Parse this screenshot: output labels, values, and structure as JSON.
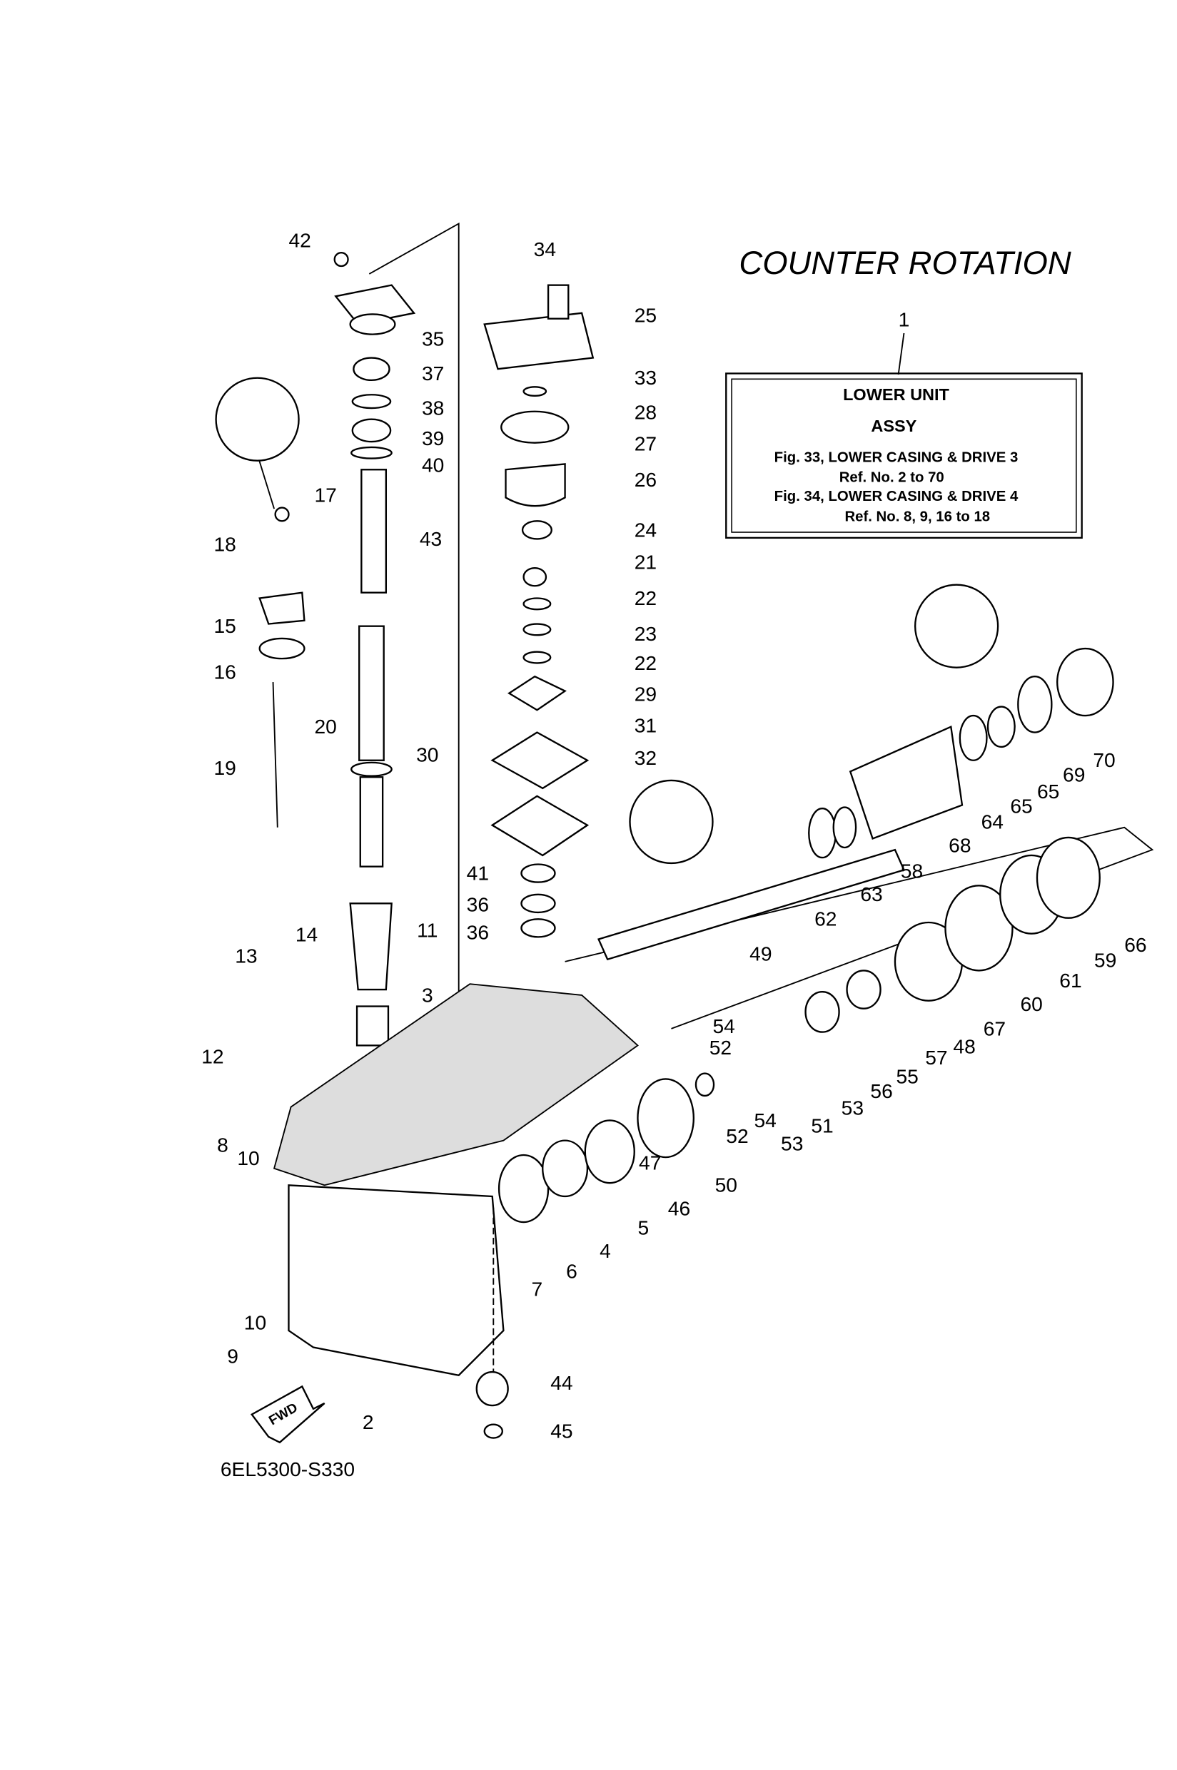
{
  "title": "COUNTER ROTATION",
  "reference_box": {
    "callout": "1",
    "line1": "LOWER UNIT",
    "line2": "ASSY",
    "line3": "Fig. 33, LOWER CASING & DRIVE 3",
    "line4": "Ref. No. 2 to 70",
    "line5": "Fig. 34, LOWER CASING & DRIVE 4",
    "line6": "Ref. No. 8, 9, 16 to 18"
  },
  "callouts": [
    "42",
    "34",
    "35",
    "25",
    "37",
    "33",
    "38",
    "28",
    "39",
    "27",
    "40",
    "26",
    "17",
    "43",
    "24",
    "18",
    "21",
    "22",
    "15",
    "23",
    "22",
    "16",
    "29",
    "20",
    "31",
    "30",
    "32",
    "19",
    "41",
    "36",
    "36",
    "11",
    "14",
    "13",
    "3",
    "12",
    "8",
    "10",
    "10",
    "9",
    "2",
    "44",
    "45",
    "7",
    "6",
    "4",
    "5",
    "47",
    "46",
    "50",
    "52",
    "54",
    "52",
    "54",
    "53",
    "51",
    "53",
    "56",
    "55",
    "57",
    "48",
    "67",
    "60",
    "61",
    "59",
    "66",
    "49",
    "62",
    "63",
    "58",
    "68",
    "64",
    "65",
    "65",
    "69",
    "70"
  ],
  "fwd_label": "FWD",
  "footer_code": "6EL5300-S330"
}
